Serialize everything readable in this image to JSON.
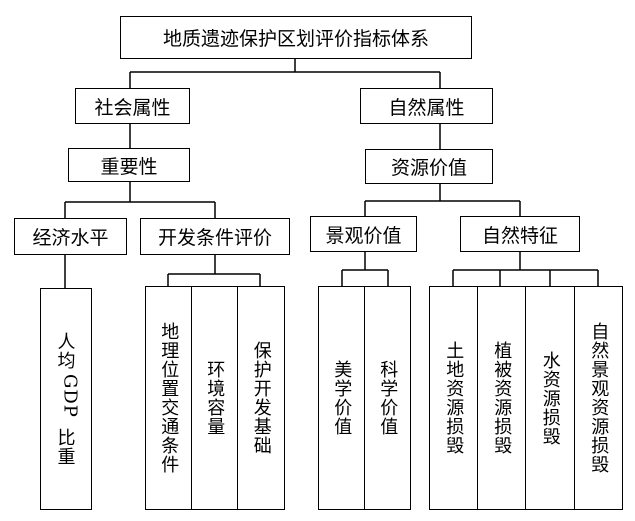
{
  "root": "地质遗迹保护区划评价指标体系",
  "social": {
    "label": "社会属性",
    "importance": {
      "label": "重要性",
      "economy": {
        "label": "经济水平",
        "leaf": {
          "prefix": "人均",
          "gdp": "GDP",
          "suffix": "比重"
        }
      },
      "development": {
        "label": "开发条件评价",
        "leaves": [
          "地理位置交通条件",
          "环境容量",
          "保护开发基础"
        ]
      }
    }
  },
  "natural": {
    "label": "自然属性",
    "resource_value": {
      "label": "资源价值",
      "landscape": {
        "label": "景观价值",
        "leaves": [
          "美学价值",
          "科学价值"
        ]
      },
      "features": {
        "label": "自然特征",
        "leaves": [
          "土地资源损毁",
          "植被资源损毁",
          "水资源损毁",
          "自然景观资源损毁"
        ]
      }
    }
  }
}
